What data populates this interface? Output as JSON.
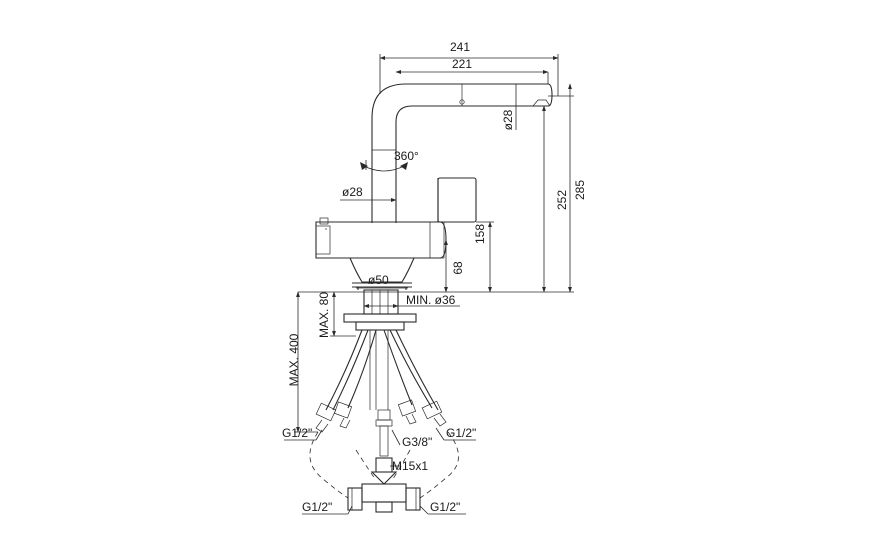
{
  "drawing": {
    "dimensions": {
      "overall_reach": "241",
      "spout_reach": "221",
      "spout_diameter": "ø28",
      "rotation": "360°",
      "column_diameter": "ø28",
      "total_height": "285",
      "spout_height": "252",
      "lever_height": "158",
      "body_height": "68",
      "base_diameter": "ø50",
      "max_deck": "MAX. 80",
      "min_hole": "MIN. ø36",
      "max_hose": "MAX. 400"
    },
    "connections": {
      "hose_left": "G1/2\"",
      "hose_right": "G1/2\"",
      "center_outlet": "G3/8\"",
      "thread": "M15x1",
      "tee_left": "G1/2\"",
      "tee_right": "G1/2\""
    }
  }
}
